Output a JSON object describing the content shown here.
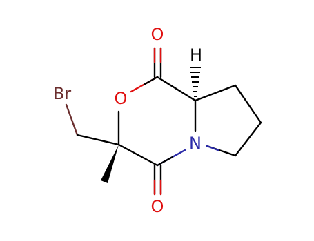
{
  "molecule": {
    "atoms": {
      "br": {
        "label": "Br",
        "color": "#6b2e2e"
      },
      "o_ring": {
        "label": "O",
        "color": "#e01010"
      },
      "o_top": {
        "label": "O",
        "color": "#e01010"
      },
      "o_bottom": {
        "label": "O",
        "color": "#e01010"
      },
      "n": {
        "label": "N",
        "color": "#2a2aa8"
      },
      "h": {
        "label": "H",
        "color": "#000000"
      }
    },
    "bond_color": "#000000"
  }
}
